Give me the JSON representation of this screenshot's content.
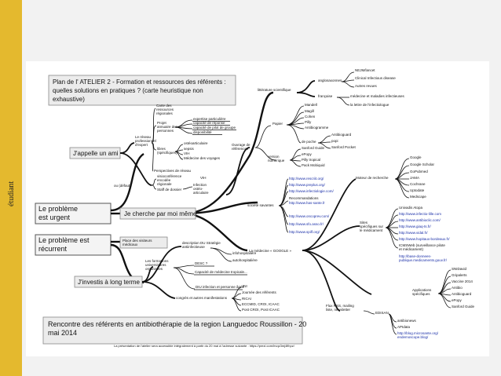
{
  "sidebar": {
    "label": "étudiant",
    "color": "#e4b92e"
  },
  "map": {
    "title_lines": [
      "Plan de l' ATELIER 2 - Formation et ressources des référents :",
      "quelles solutions en pratiques ? (carte heuristique non",
      "exhaustive)"
    ],
    "roots": {
      "urgent": [
        "Le problème",
        "est urgent"
      ],
      "recurrent": [
        "Le problème est",
        "récurrent"
      ]
    },
    "branches": {
      "appelle": "J'appelle un ami",
      "cherche": "Je cherche par moi même",
      "investis": "J'investis à long terme",
      "place": [
        "Place des visiteurs",
        "médicaux"
      ]
    },
    "appelle_nodes": {
      "reseau": [
        "Le réseau",
        "professionnel",
        "d'expert"
      ],
      "carte": [
        "Carte des",
        "ressources",
        "régionales"
      ],
      "projet": [
        "Projet",
        "annuaire des",
        "personnes"
      ],
      "expertise": "expertise particulière",
      "capacite": "capacité de réponse",
      "capacite_pilot": "capacité de pilot de groupe",
      "disponibilite": "disponibilité",
      "libres": [
        "libres",
        "(spécifiques)"
      ],
      "osteo": "ostéoarticulaire",
      "sepsis": "sepsis",
      "vih_a": "VIH",
      "medecine_voyages": "Médecine des voyages",
      "perspectives": "Perspectives de réseau",
      "par_defaut": "ou (défaut)",
      "visioconf": [
        "visioconférence",
        "encodée",
        "régionale"
      ],
      "vih_b": "VIH",
      "staff": "Staff de dossier",
      "infection": [
        "Infection",
        "ostéo-",
        "articulaire"
      ]
    },
    "right": {
      "litterature": "littérature scientifique",
      "anglo": "anglosaxonnes",
      "neuman": "NEJM/lancet",
      "clinical": "Clinical Infectious disease",
      "autres_revues": "Autres revues",
      "francaise": "française",
      "medecine_maladies": "médecine et maladies infectieuses",
      "lettre": "la lettre de l'infectiologue",
      "ouvrage": [
        "Ouvrage de",
        "références"
      ],
      "papier": "Papier",
      "mandell": "Mandell",
      "magill": "Magill",
      "cohen": "Cohen",
      "pilly": "Pilly",
      "antibiogramme": "Antibiogramme",
      "de_poche": "de poche",
      "antibioguide": "Antibioguard",
      "popi": "popi",
      "sanford_pocket": "Sanford Pocket",
      "version_num": [
        "version",
        "numérique"
      ],
      "sanford_guide": "Sanford Guide",
      "epopy": "ePopy",
      "pilly_tropical": "Pilly tropical",
      "pack_mobiquid": "Pack Mobiquid",
      "societes": "société savantes",
      "links_soc": [
        "http://www.rescriit.org/",
        "http://www.preplus.org/",
        "http://www.infectiologie.com/"
      ],
      "recommandations": "Recommandations",
      "links_rec": [
        "http://www.has-sante.fr"
      ],
      "links_more": [
        "http://www.oncoprev.com/",
        "http://www.sfo.asso.fr/",
        "http://www.spilf.org/"
      ],
      "medecine_google": "La médecine « GOOGLE »",
      "moteur": "Moteur de recherche",
      "google": "Google",
      "google_scholar": "Google Scholar",
      "gopubmed": "GoPubmed",
      "jama": "JAMA",
      "cochrane": "Cochrane",
      "uptodate": "Uptodate",
      "medscape": "Medscape",
      "sites": [
        "Sites",
        "spécifiques sur",
        "le médicament"
      ],
      "univadis": "Univadis Atopa",
      "links_sites": [
        "http://www.infectio-lille.com",
        "http://www.antibioclic.com/",
        "http://www.giaq-ts.fr/",
        "http://www.vidal.fr/",
        "http://www.hopitaux-bordeaux.fr/"
      ],
      "icmsweb": [
        "ICMSWeb (surveillance pilote",
        "et médicament)"
      ],
      "icms_links": [
        "http://base-donnees-",
        "publique.medicaments.gouv.fr/"
      ],
      "apps": [
        "Applications",
        "spécifiques"
      ],
      "apps_list": [
        "SNIDavid",
        "Gripalerts",
        "Vaccine 2014",
        "Antibio",
        "Antibioguard",
        "ePopy",
        "Sanford Guide"
      ],
      "flux": [
        "Flux RSS, mailing",
        "liste, newsletter"
      ],
      "edisan": "EDISAN",
      "flux_list": [
        "antibionews",
        "APIdata",
        "http://blog.microsante.org/",
        "endemoscope.blog/"
      ]
    },
    "investis_nodes": {
      "diu": [
        "description DU Stratégie",
        "antiinfectieuse"
      ],
      "infohospitaliere": "infohospitalière",
      "autohospitaliere": "autohospitalière",
      "formations": [
        "Les formations",
        "universitaires",
        "organisées"
      ],
      "desc": "DESC ?",
      "capacite_tropicale": "Capacité de médecine tropicale...",
      "diu_infection": "DIU infection et personne âgée",
      "congres": "congrès et autres manifestations",
      "jni": "JNI",
      "journee": "Journée des référents",
      "ricai": "RICAI",
      "eccmid": "ECCMID, CROI, ICAAC",
      "post": "Post CROI, Post ICAAC"
    },
    "footer": {
      "title_lines": [
        "Rencontre des référents en antibiothérapie de la region Languedoc Roussillon - 20",
        "mai 2014"
      ],
      "note": "La présentation de l'atelier sera accessible intégralement à partir du 20 mai à l'adresse suivante : https://prezi.com/lrvqz3mj4flhpz/"
    }
  }
}
